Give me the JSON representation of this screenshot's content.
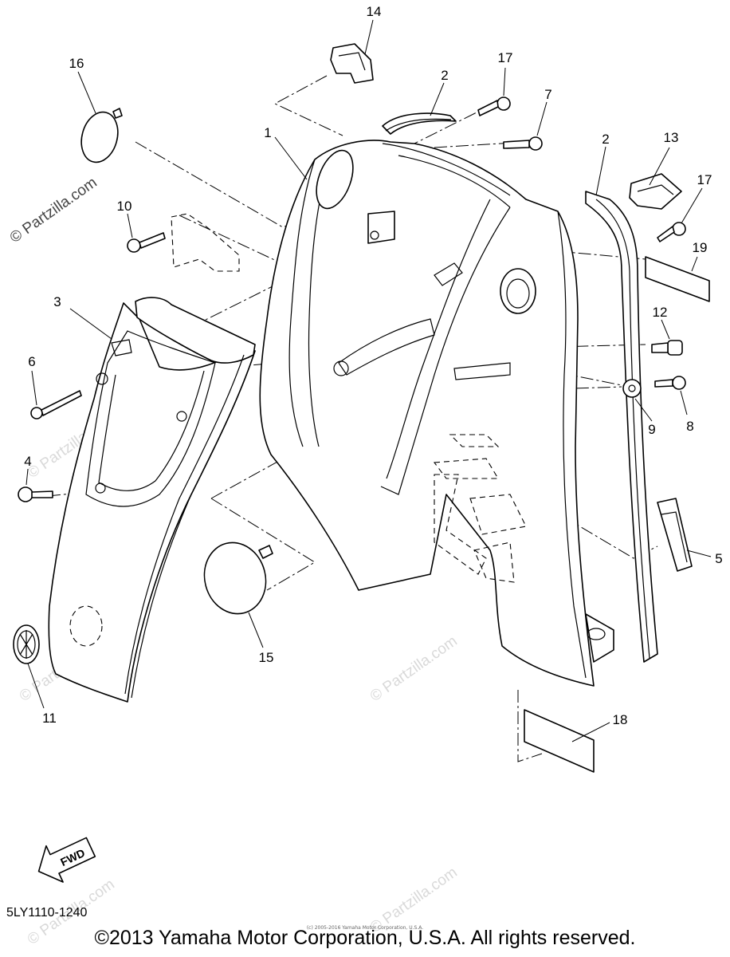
{
  "diagram": {
    "callouts": [
      {
        "id": "c1",
        "label": "1"
      },
      {
        "id": "c2a",
        "label": "2"
      },
      {
        "id": "c2b",
        "label": "2"
      },
      {
        "id": "c3",
        "label": "3"
      },
      {
        "id": "c4",
        "label": "4"
      },
      {
        "id": "c5",
        "label": "5"
      },
      {
        "id": "c6",
        "label": "6"
      },
      {
        "id": "c7",
        "label": "7"
      },
      {
        "id": "c8",
        "label": "8"
      },
      {
        "id": "c9",
        "label": "9"
      },
      {
        "id": "c10",
        "label": "10"
      },
      {
        "id": "c11",
        "label": "11"
      },
      {
        "id": "c12",
        "label": "12"
      },
      {
        "id": "c13",
        "label": "13"
      },
      {
        "id": "c14",
        "label": "14"
      },
      {
        "id": "c15",
        "label": "15"
      },
      {
        "id": "c16",
        "label": "16"
      },
      {
        "id": "c17a",
        "label": "17"
      },
      {
        "id": "c17b",
        "label": "17"
      },
      {
        "id": "c18",
        "label": "18"
      },
      {
        "id": "c19",
        "label": "19"
      }
    ],
    "fwd_label": "FWD",
    "watermark": "© Partzilla.com",
    "diagram_code": "5LY1110-1240",
    "small_copyright": "(c) 2005-2016 Yamaha Motor Corporation, U.S.A.",
    "copyright": "©2013 Yamaha Motor Corporation, U.S.A. All rights reserved."
  }
}
